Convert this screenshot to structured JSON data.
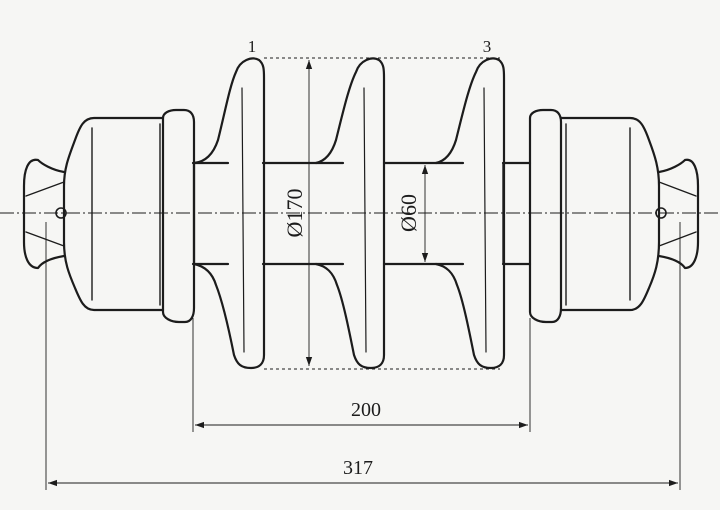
{
  "labels": {
    "shed_1": "1",
    "shed_3": "3",
    "dim_shed_diameter": "Ø170",
    "dim_core_diameter": "Ø60",
    "dim_insulating_length": "200",
    "dim_total_length": "317"
  },
  "colors": {
    "stroke": "#1c1c1c",
    "paper": "#f6f6f4"
  }
}
